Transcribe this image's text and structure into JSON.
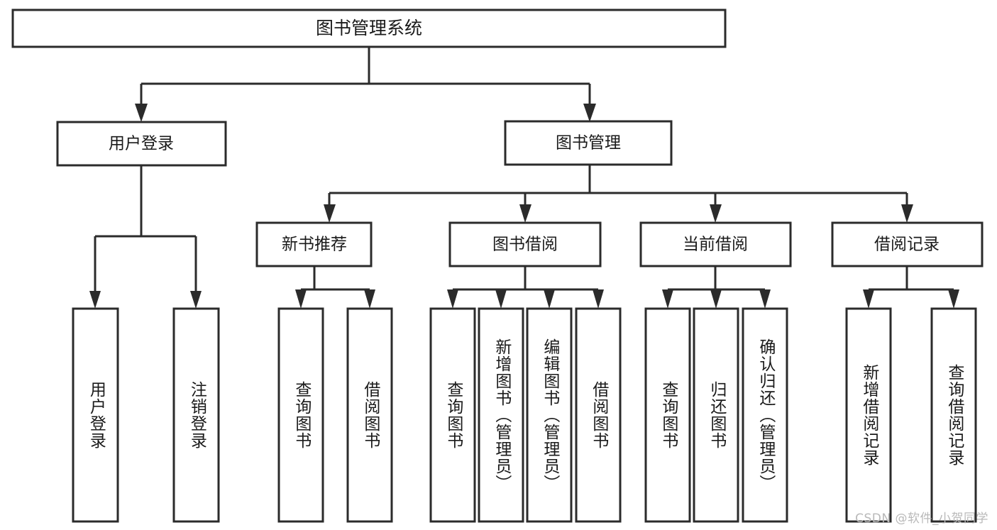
{
  "diagram": {
    "type": "tree-hierarchy-chart",
    "title": "图书管理系统",
    "background_color": "#ffffff",
    "border_color": "#2b2b2b",
    "text_color": "#1a1a1a",
    "root": {
      "id": "root",
      "label": "图书管理系统",
      "orientation": "horizontal"
    },
    "level2": [
      {
        "id": "user-login",
        "label": "用户登录",
        "orientation": "horizontal"
      },
      {
        "id": "book-manage",
        "label": "图书管理",
        "orientation": "horizontal"
      }
    ],
    "level3": [
      {
        "id": "new-book-recommend",
        "label": "新书推荐",
        "parent": "book-manage",
        "orientation": "horizontal"
      },
      {
        "id": "book-borrow",
        "label": "图书借阅",
        "parent": "book-manage",
        "orientation": "horizontal"
      },
      {
        "id": "current-borrow",
        "label": "当前借阅",
        "parent": "book-manage",
        "orientation": "horizontal"
      },
      {
        "id": "borrow-record",
        "label": "借阅记录",
        "parent": "book-manage",
        "orientation": "horizontal"
      }
    ],
    "leaves": [
      {
        "id": "leaf-user-login",
        "label": "用户登录",
        "parent": "user-login",
        "orientation": "vertical"
      },
      {
        "id": "leaf-user-logout",
        "label": "注销登录",
        "parent": "user-login",
        "orientation": "vertical"
      },
      {
        "id": "leaf-query-book-1",
        "label": "查询图书",
        "parent": "new-book-recommend",
        "orientation": "vertical"
      },
      {
        "id": "leaf-borrow-book-1",
        "label": "借阅图书",
        "parent": "new-book-recommend",
        "orientation": "vertical"
      },
      {
        "id": "leaf-query-book-2",
        "label": "查询图书",
        "parent": "book-borrow",
        "orientation": "vertical"
      },
      {
        "id": "leaf-add-book",
        "label": "新增图书（管理员）",
        "parent": "book-borrow",
        "orientation": "vertical"
      },
      {
        "id": "leaf-edit-book",
        "label": "编辑图书（管理员）",
        "parent": "book-borrow",
        "orientation": "vertical"
      },
      {
        "id": "leaf-borrow-book-2",
        "label": "借阅图书",
        "parent": "book-borrow",
        "orientation": "vertical"
      },
      {
        "id": "leaf-query-book-3",
        "label": "查询图书",
        "parent": "current-borrow",
        "orientation": "vertical"
      },
      {
        "id": "leaf-return-book",
        "label": "归还图书",
        "parent": "current-borrow",
        "orientation": "vertical"
      },
      {
        "id": "leaf-confirm-return",
        "label": "确认归还（管理员）",
        "parent": "current-borrow",
        "orientation": "vertical"
      },
      {
        "id": "leaf-add-record",
        "label": "新增借阅记录",
        "parent": "borrow-record",
        "orientation": "vertical"
      },
      {
        "id": "leaf-query-record",
        "label": "查询借阅记录",
        "parent": "borrow-record",
        "orientation": "vertical"
      }
    ]
  },
  "watermark": {
    "text": "CSDN @软件_小贺同学"
  }
}
